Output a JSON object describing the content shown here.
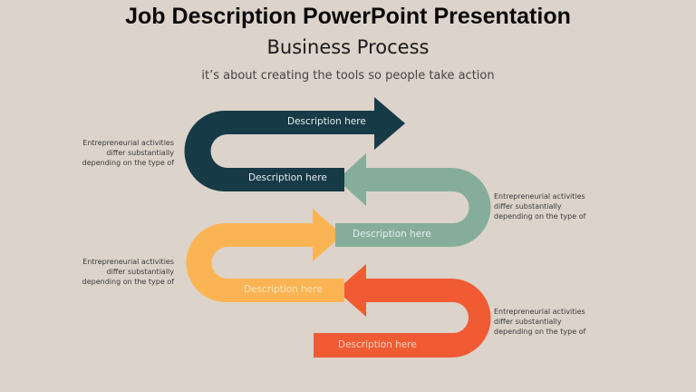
{
  "header": {
    "title": "Job Description PowerPoint Presentation",
    "subtitle": "Business Process",
    "tagline": "it’s about creating the tools so people take action"
  },
  "colors": {
    "background": "#dcd3ca",
    "navy": "#173a47",
    "teal": "#86ad9c",
    "orange": "#fbb454",
    "red": "#f05b34"
  },
  "steps": [
    {
      "color": "navy",
      "top_label": "Description here",
      "bottom_label": "Description here"
    },
    {
      "color": "teal",
      "label": "Description here"
    },
    {
      "color": "orange",
      "label": "Description here"
    },
    {
      "color": "red",
      "label": "Description here"
    }
  ],
  "notes": [
    {
      "lines": [
        "Entrepreneurial activities",
        "differ substantially",
        "depending on the type of"
      ]
    },
    {
      "lines": [
        "Entrepreneurial activities",
        "differ substantially",
        "depending on the type of"
      ]
    },
    {
      "lines": [
        "Entrepreneurial activities",
        "differ substantially",
        "depending on the type of"
      ]
    },
    {
      "lines": [
        "Entrepreneurial activities",
        "differ substantially",
        "depending on the type of"
      ]
    }
  ]
}
